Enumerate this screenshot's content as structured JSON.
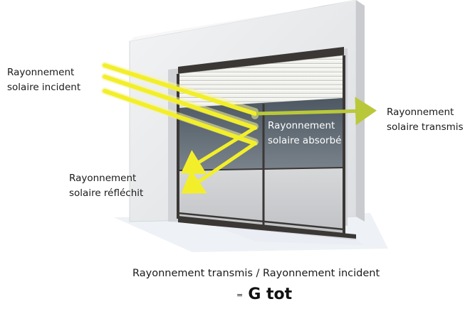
{
  "diagram": {
    "labels": {
      "incident": {
        "line1": "Rayonnement",
        "line2": "solaire incident"
      },
      "transmitted": {
        "line1": "Rayonnement",
        "line2": "solaire transmis"
      },
      "absorbed": {
        "line1": "Rayonnement",
        "line2": "solaire absorbé"
      },
      "reflected": {
        "line1": "Rayonnement",
        "line2": "solaire réfléchit"
      }
    },
    "formula": {
      "ratio": "Rayonnement transmis / Rayonnement incident",
      "equals": "=",
      "result": "G tot"
    },
    "colors": {
      "arrow": "#f2ef2a",
      "arrow_glow": "#f7f49a",
      "transmitted_arrow": "#b9c83a",
      "wall": "#e9eaec",
      "wall_side": "#c9cbcf",
      "frame": "#3b3735",
      "glass": "#5c6670",
      "shutter": "#f1f1ee"
    }
  }
}
